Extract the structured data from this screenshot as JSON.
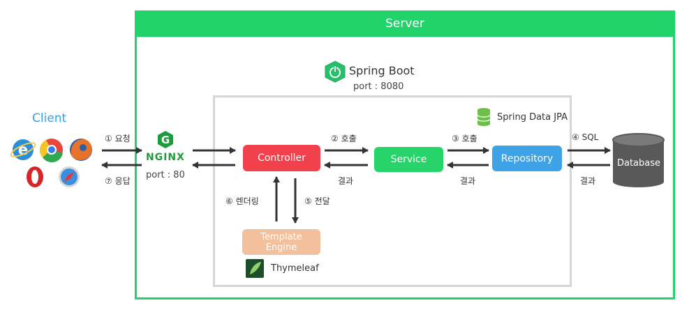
{
  "server": {
    "title": "Server"
  },
  "spring_boot": {
    "title": "Spring Boot",
    "port": "port : 8080"
  },
  "client": {
    "title": "Client"
  },
  "nginx": {
    "logo": "NGINX",
    "port": "port : 80"
  },
  "nodes": {
    "controller": "Controller",
    "service": "Service",
    "repository": "Repository",
    "template_engine_line1": "Template",
    "template_engine_line2": "Engine",
    "database": "Database"
  },
  "labels": {
    "request": "① 요청",
    "response": "⑦ 응답",
    "call_service": "② 호출",
    "call_repository": "③ 호출",
    "sql": "④ SQL",
    "deliver": "⑤ 전달",
    "render": "⑥ 렌더링",
    "result_service": "결과",
    "result_repository": "결과",
    "result_db": "결과"
  },
  "spring_data_jpa": "Spring Data JPA",
  "thymeleaf": "Thymeleaf",
  "browser_icons": [
    "ie-icon",
    "chrome-icon",
    "firefox-icon",
    "opera-icon",
    "safari-icon"
  ],
  "colors": {
    "server_green": "#22d36b",
    "controller_red": "#f0414d",
    "service_green": "#27d46a",
    "repository_blue": "#3da2e6",
    "template_orange": "#f2c09d",
    "database_gray": "#5a5a5a",
    "client_blue": "#3a9ee4"
  }
}
